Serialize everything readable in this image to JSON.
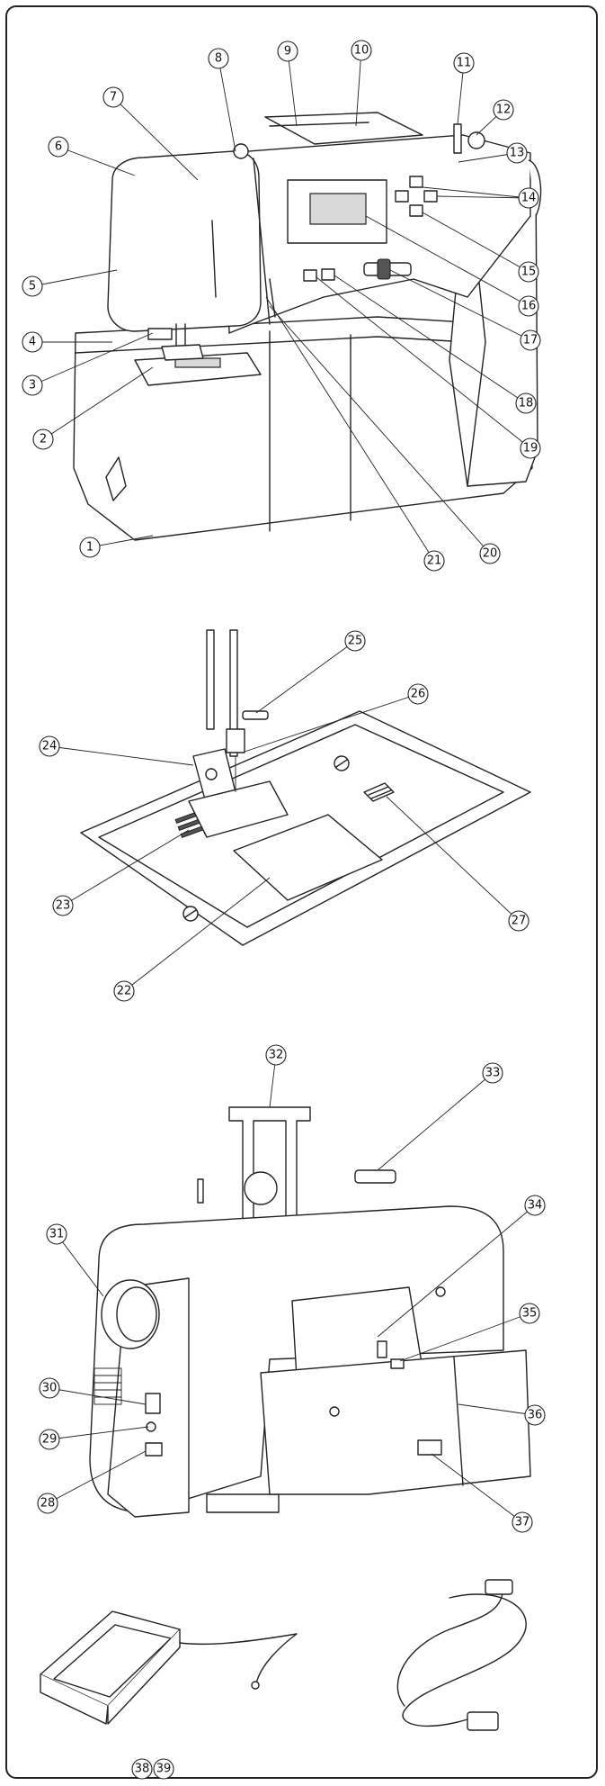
{
  "callouts": [
    {
      "id": "c1",
      "label": "1"
    },
    {
      "id": "c2",
      "label": "2"
    },
    {
      "id": "c3",
      "label": "3"
    },
    {
      "id": "c4",
      "label": "4"
    },
    {
      "id": "c5",
      "label": "5"
    },
    {
      "id": "c6",
      "label": "6"
    },
    {
      "id": "c7",
      "label": "7"
    },
    {
      "id": "c8",
      "label": "8"
    },
    {
      "id": "c9",
      "label": "9"
    },
    {
      "id": "c10",
      "label": "10"
    },
    {
      "id": "c11",
      "label": "11"
    },
    {
      "id": "c12",
      "label": "12"
    },
    {
      "id": "c13",
      "label": "13"
    },
    {
      "id": "c14",
      "label": "14"
    },
    {
      "id": "c15",
      "label": "15"
    },
    {
      "id": "c16",
      "label": "16"
    },
    {
      "id": "c17",
      "label": "17"
    },
    {
      "id": "c18",
      "label": "18"
    },
    {
      "id": "c19",
      "label": "19"
    },
    {
      "id": "c20",
      "label": "20"
    },
    {
      "id": "c21",
      "label": "21"
    },
    {
      "id": "c22",
      "label": "22"
    },
    {
      "id": "c23",
      "label": "23"
    },
    {
      "id": "c24",
      "label": "24"
    },
    {
      "id": "c25",
      "label": "25"
    },
    {
      "id": "c26",
      "label": "26"
    },
    {
      "id": "c27",
      "label": "27"
    },
    {
      "id": "c28",
      "label": "28"
    },
    {
      "id": "c29",
      "label": "29"
    },
    {
      "id": "c30",
      "label": "30"
    },
    {
      "id": "c31",
      "label": "31"
    },
    {
      "id": "c32",
      "label": "32"
    },
    {
      "id": "c33",
      "label": "33"
    },
    {
      "id": "c34",
      "label": "34"
    },
    {
      "id": "c35",
      "label": "35"
    },
    {
      "id": "c36",
      "label": "36"
    },
    {
      "id": "c37",
      "label": "37"
    },
    {
      "id": "c38",
      "label": "38"
    },
    {
      "id": "c39",
      "label": "39"
    }
  ]
}
